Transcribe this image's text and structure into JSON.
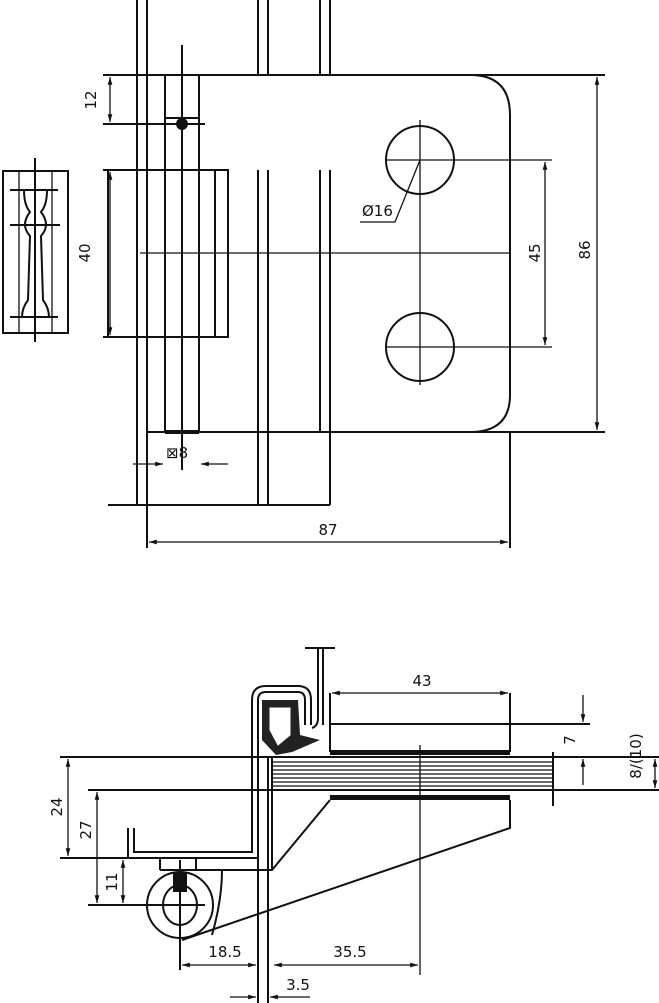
{
  "top_view": {
    "dim_12": "12",
    "dim_40": "40",
    "dim_hole": "Ø16",
    "dim_45": "45",
    "dim_86": "86",
    "dim_pin": "⊠8",
    "dim_87": "87"
  },
  "section_view": {
    "dim_43": "43",
    "dim_7": "7",
    "dim_glass": "8/(10)",
    "dim_24": "24",
    "dim_27": "27",
    "dim_11": "11",
    "dim_18_5": "18.5",
    "dim_35_5": "35.5",
    "dim_3_5": "3.5"
  },
  "colors": {
    "line": "#111111",
    "background": "#ffffff"
  }
}
